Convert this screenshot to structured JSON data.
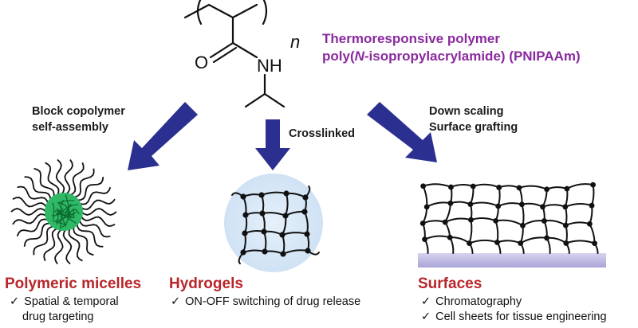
{
  "monomer": {
    "subscript": "n",
    "atom_o": "O",
    "atom_nh": "NH"
  },
  "polymer_title": {
    "line1": "Thermoresponsive polymer",
    "line2_prefix": "poly(",
    "line2_italic": "N",
    "line2_suffix": "-isopropylacrylamide) (PNIPAAm)"
  },
  "branches": {
    "left_label": [
      "Block copolymer",
      "self-assembly"
    ],
    "center_label": "Crosslinked",
    "right_label": [
      "Down scaling",
      "Surface grafting"
    ]
  },
  "sections": {
    "micelles": {
      "title": "Polymeric micelles",
      "bullets": [
        "Spatial & temporal",
        "drug targeting"
      ]
    },
    "hydrogels": {
      "title": "Hydrogels",
      "bullets": [
        "ON-OFF switching of drug release"
      ]
    },
    "surfaces": {
      "title": "Surfaces",
      "bullets": [
        "Chromatography",
        "Cell sheets for tissue engineering"
      ]
    }
  },
  "check_mark": "✓",
  "colors": {
    "arrow": "#2b2f8f",
    "title_purple": "#8a2a9e",
    "title_red": "#b8262a",
    "micelle_core": "#1e9e50",
    "hydrogel_bg": "#dbe9f7",
    "surface_bar": "#b7b3de"
  }
}
